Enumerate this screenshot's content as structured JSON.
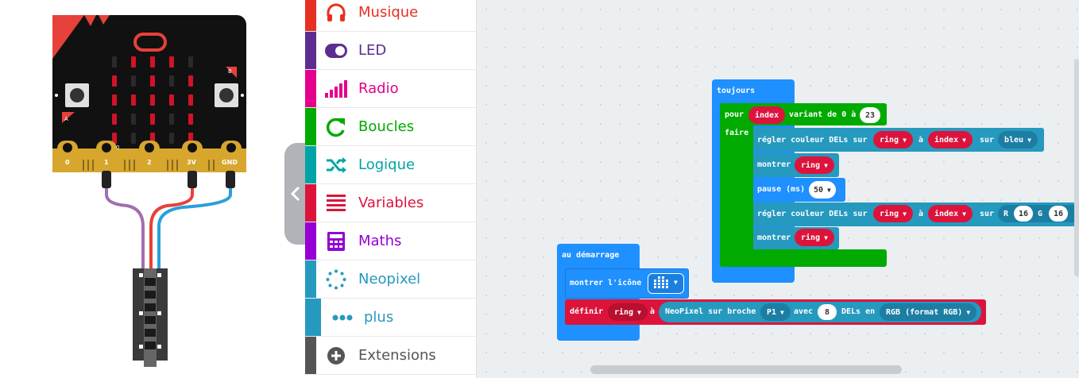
{
  "simulator": {
    "pin_labels": [
      "0",
      "1",
      "2",
      "3V",
      "GND"
    ],
    "pin0_marker": "0",
    "button_a": "A",
    "button_b": "B",
    "led_pattern": [
      [
        0,
        1,
        1,
        1,
        0
      ],
      [
        1,
        0,
        1,
        0,
        1
      ],
      [
        1,
        1,
        1,
        1,
        1
      ],
      [
        1,
        0,
        1,
        0,
        1
      ],
      [
        1,
        0,
        1,
        0,
        1
      ]
    ],
    "colors": {
      "board": "#111111",
      "accent": "#e8403a",
      "gold": "#d6a62d",
      "led_on": "#d01328"
    }
  },
  "toolbox": {
    "categories": [
      {
        "label": "Musique",
        "icon": "headphones-icon",
        "color": "#e63022"
      },
      {
        "label": "LED",
        "icon": "toggle-icon",
        "color": "#5c2d91"
      },
      {
        "label": "Radio",
        "icon": "signal-bars-icon",
        "color": "#e3008c"
      },
      {
        "label": "Boucles",
        "icon": "refresh-icon",
        "color": "#00aa00"
      },
      {
        "label": "Logique",
        "icon": "shuffle-icon",
        "color": "#00a4a6"
      },
      {
        "label": "Variables",
        "icon": "list-icon",
        "color": "#dc143c"
      },
      {
        "label": "Maths",
        "icon": "calculator-icon",
        "color": "#9400d3"
      },
      {
        "label": "Neopixel",
        "icon": "ring-dots-icon",
        "color": "#2699bf"
      },
      {
        "label": "plus",
        "icon": "more-dots-icon",
        "color": "#2699bf"
      },
      {
        "label": "Extensions",
        "icon": "plus-circle-icon",
        "color": "#555555"
      }
    ]
  },
  "workspace": {
    "forever": {
      "label": "toujours",
      "for_label": "pour",
      "index_var": "index",
      "range_text": "variant de 0 à",
      "range_end": "23",
      "do_label": "faire",
      "set_color_1": {
        "label": "régler couleur DELs sur",
        "strip": "ring",
        "to": "à",
        "index": "index",
        "on": "sur",
        "color": "bleu"
      },
      "show_1": {
        "label": "montrer",
        "strip": "ring"
      },
      "pause": {
        "label": "pause (ms)",
        "value": "50"
      },
      "set_color_2": {
        "label": "régler couleur DELs sur",
        "strip": "ring",
        "to": "à",
        "index": "index",
        "on": "sur",
        "r_label": "R",
        "r_value": "16",
        "g_label": "G",
        "g_value": "16"
      },
      "show_2": {
        "label": "montrer",
        "strip": "ring"
      }
    },
    "on_start": {
      "label": "au démarrage",
      "show_icon": "montrer l'icône",
      "set_label": "définir",
      "var": "ring",
      "to": "à",
      "neopixel": "NeoPixel sur broche",
      "pin": "P1",
      "with": "avec",
      "count": "8",
      "leds_in": "DELs en",
      "mode": "RGB (format RGB)"
    },
    "colors": {
      "events": "#1e90ff",
      "loops": "#00aa00",
      "neopixel": "#2699bf",
      "variables": "#dc143c"
    }
  }
}
